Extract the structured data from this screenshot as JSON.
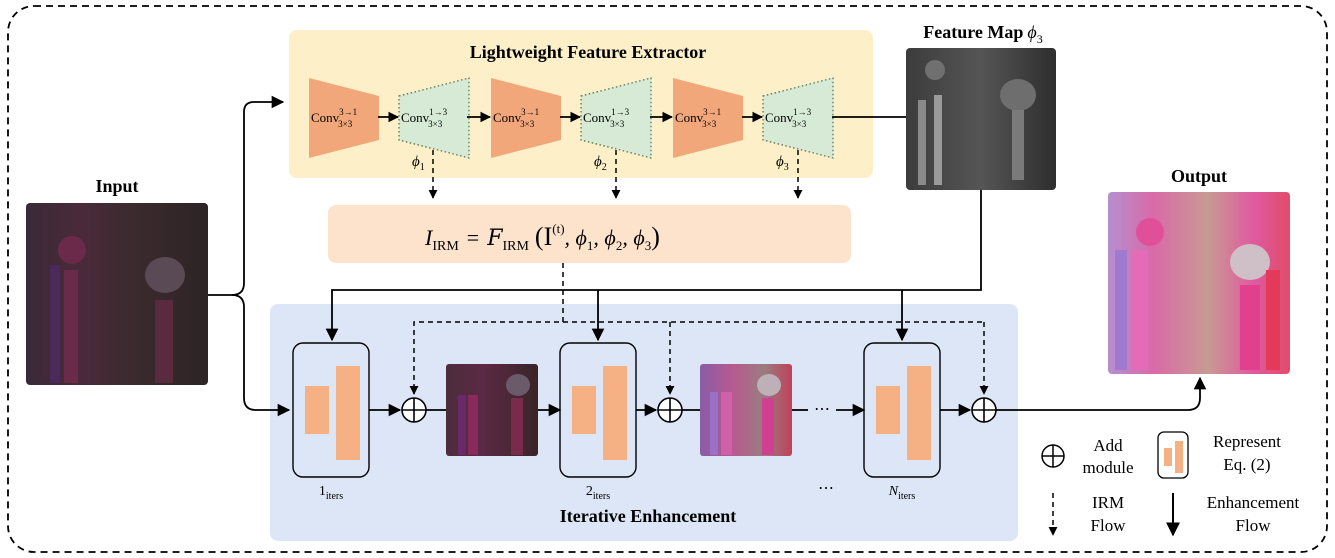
{
  "titles": {
    "extractor": "Lightweight Feature Extractor",
    "feature_map": "Feature Map",
    "feature_map_symbol": "ϕ",
    "feature_map_sub": "3",
    "input": "Input",
    "output": "Output",
    "iterative": "Iterative Enhancement"
  },
  "conv_blocks": [
    {
      "base": "Conv",
      "sup": "3→1",
      "sub": "3×3",
      "kind": "down"
    },
    {
      "base": "Conv",
      "sup": "1→3",
      "sub": "3×3",
      "kind": "up"
    },
    {
      "base": "Conv",
      "sup": "3→1",
      "sub": "3×3",
      "kind": "down"
    },
    {
      "base": "Conv",
      "sup": "1→3",
      "sub": "3×3",
      "kind": "up"
    },
    {
      "base": "Conv",
      "sup": "3→1",
      "sub": "3×3",
      "kind": "down"
    },
    {
      "base": "Conv",
      "sup": "1→3",
      "sub": "3×3",
      "kind": "up"
    }
  ],
  "phi_labels": [
    {
      "sym": "ϕ",
      "sub": "1"
    },
    {
      "sym": "ϕ",
      "sub": "2"
    },
    {
      "sym": "ϕ",
      "sub": "3"
    }
  ],
  "equation": {
    "lhs": "I",
    "lhs_sub": "IRM",
    "eq": "=",
    "func": "F",
    "func_sub": "IRM",
    "args_pre": "(I",
    "args_sup": "(t)",
    "args_rest": ", ϕ",
    "p1": "1",
    "p2": "2",
    "p3": "3",
    "close": ")"
  },
  "iter_labels": [
    {
      "main": "1",
      "sub": "iters"
    },
    {
      "main": "2",
      "sub": "iters"
    },
    {
      "main": "N",
      "sub": "iters"
    }
  ],
  "dots": "⋯",
  "legend": {
    "add_label_1": "Add",
    "add_label_2": "module",
    "represent_label_1": "Represent",
    "represent_label_2": "Eq. (2)",
    "irm_label_1": "IRM",
    "irm_label_2": "Flow",
    "enh_label_1": "Enhancement",
    "enh_label_2": "Flow"
  },
  "colors": {
    "extractor_bg": "#fdf0c8",
    "equation_bg": "#fde3cc",
    "iter_bg": "#dce6f7",
    "conv_down": "#f2a77a",
    "conv_up": "#d6ead6",
    "block_bar": "#f5b183"
  }
}
